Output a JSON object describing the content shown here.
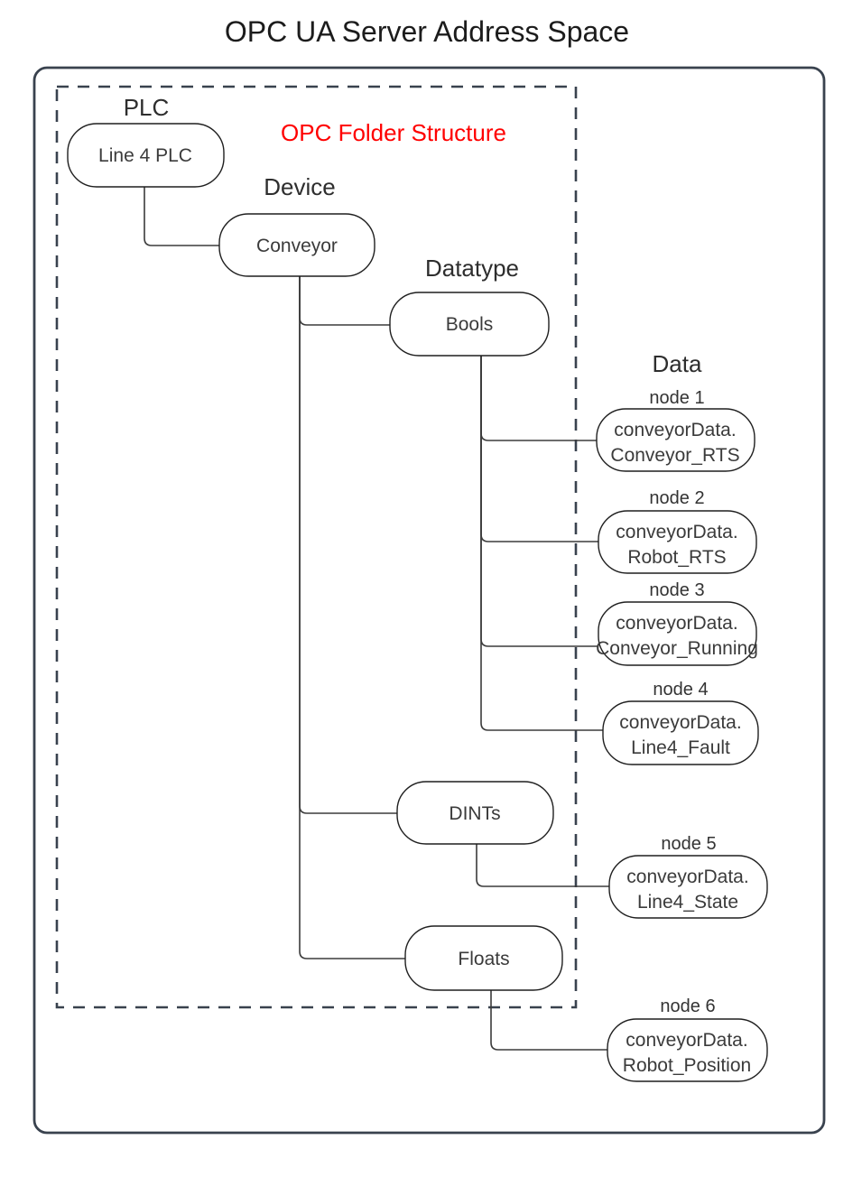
{
  "title": "OPC UA Server Address Space",
  "diagram": {
    "overlay_label": "OPC Folder Structure",
    "column_labels": {
      "plc": "PLC",
      "device": "Device",
      "datatype": "Datatype",
      "data": "Data"
    },
    "folders": {
      "plc": "Line 4 PLC",
      "device": "Conveyor",
      "datatypes": {
        "bools": "Bools",
        "dints": "DINTs",
        "floats": "Floats"
      }
    },
    "data_nodes": [
      {
        "label": "node 1",
        "line1": "conveyorData.",
        "line2": "Conveyor_RTS"
      },
      {
        "label": "node 2",
        "line1": "conveyorData.",
        "line2": "Robot_RTS"
      },
      {
        "label": "node 3",
        "line1": "conveyorData.",
        "line2": "Conveyor_Running"
      },
      {
        "label": "node 4",
        "line1": "conveyorData.",
        "line2": "Line4_Fault"
      },
      {
        "label": "node 5",
        "line1": "conveyorData.",
        "line2": "Line4_State"
      },
      {
        "label": "node 6",
        "line1": "conveyorData.",
        "line2": "Robot_Position"
      }
    ],
    "colors": {
      "frame_border": "#39424e",
      "dashed_border": "#39424e",
      "connector": "#3b3b3b",
      "node_border": "#1f1f1f",
      "text": "#333333",
      "accent_red": "#ff0000"
    }
  }
}
